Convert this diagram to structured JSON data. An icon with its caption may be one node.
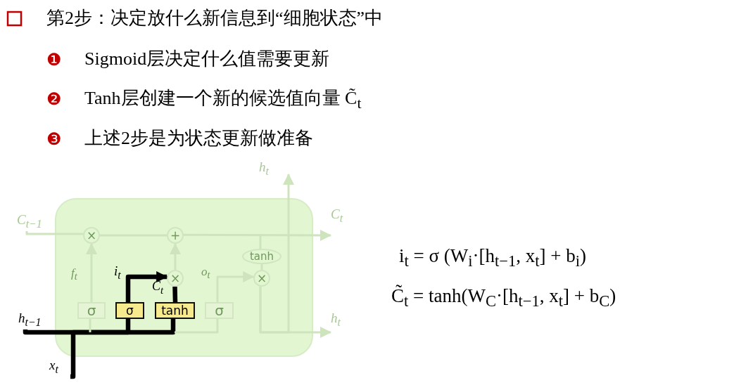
{
  "diagram": {
    "nodes": [
      {
        "text": [],
        "shape": "box"
      },
      {
        "text": [
          "σ"
        ],
        "in": 0
      },
      {
        "text": [
          "σ"
        ],
        "in": 0
      },
      {
        "text": [
          "tanh"
        ],
        "in": 0
      },
      {
        "text": [
          "σ"
        ],
        "in": 0
      },
      {
        "text": [
          "×"
        ],
        "in": 0
      },
      {
        "text": [
          "+"
        ],
        "in": 0
      },
      {
        "text": [
          "×"
        ],
        "in": 0
      },
      {
        "text": [
          "tanh"
        ],
        "in": 0
      },
      {
        "text": [
          "×"
        ],
        "in": 0
      },
      {
        "text": [
          "h$_{t}$"
        ]
      },
      {
        "text": [
          "C$_{t−1}$"
        ]
      },
      {
        "text": [
          "C$_{t}$"
        ]
      },
      {
        "text": [
          "h$_{t−1}$"
        ]
      },
      {
        "text": [
          "h$_{t}$"
        ]
      },
      {
        "text": [
          "x$_{t}$"
        ]
      }
    ],
    "edges": [
      {
        "from": 11,
        "to": 5,
        "arrow": "none"
      },
      {
        "from": 5,
        "to": 6,
        "arrow": "none"
      },
      {
        "from": 6,
        "to": 12,
        "arrow": "to"
      },
      {
        "from": 1,
        "to": 5,
        "arrow": "to"
      },
      {
        "from": 7,
        "to": 6,
        "arrow": "to"
      },
      {
        "from": 2,
        "to": 7,
        "arrow": "to",
        "style": "thick",
        "color": "#000000"
      },
      {
        "from": 3,
        "to": 7,
        "arrow": "none",
        "style": "thick",
        "color": "#000000"
      },
      {
        "from": 4,
        "to": 9,
        "arrow": "to"
      },
      {
        "from": null,
        "to": 8,
        "arrow": "none"
      },
      {
        "from": 8,
        "to": 9,
        "arrow": "none"
      },
      {
        "from": 9,
        "to": 14,
        "arrow": "to"
      },
      {
        "from": 9,
        "to": 10,
        "arrow": "to"
      },
      {
        "from": 15,
        "to": 2,
        "arrow": "none",
        "style": "thick",
        "color": "#000000"
      },
      {
        "from": 13,
        "to": 3,
        "arrow": "none",
        "style": "thick",
        "color": "#000000"
      },
      {
        "from": null,
        "to": 1,
        "arrow": "none"
      },
      {
        "from": null,
        "to": 4,
        "arrow": "none"
      }
    ],
    "labels": [
      "第2步：决定放什么新信息到“细胞状态”中",
      "❶",
      "Sigmoid层决定什么值需要更新",
      "❷",
      "Tanh层创建一个新的候选值向量 C̃$_{t}$",
      "❸",
      "上述2步是为状态更新做准备",
      "f$_{t}$",
      "i$_{t}$",
      "o$_{t}$",
      "C̃$_{t}$",
      "i$_{t}$ = σ (W$_{i}$·[h$_{t−1}$, x$_{t}$]  +  b$_{i}$)",
      "C̃$_{t}$ = tanh(W$_{C}$·[h$_{t−1}$, x$_{t}$]  +  b$_{C}$)"
    ]
  }
}
